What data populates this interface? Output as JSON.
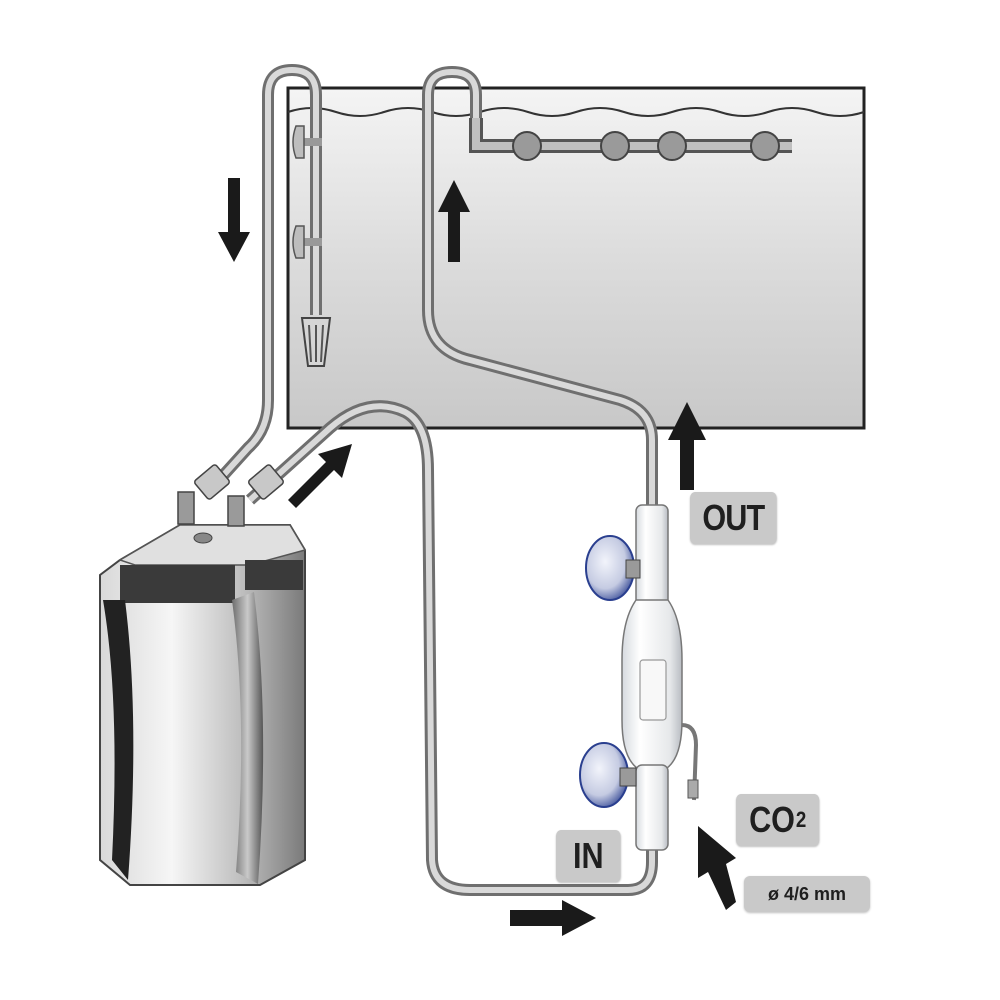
{
  "labels": {
    "out": "OUT",
    "in": "IN",
    "co2_main": "CO",
    "co2_sub": "2",
    "tube_size": "ø 4/6 mm"
  },
  "colors": {
    "tank_fill": "#d9d9d9",
    "tank_outline": "#222222",
    "hose": "#8a8a8a",
    "arrow": "#1a1a1a",
    "label_bg": "#c9c9c9",
    "suction_cup": "#2a3f8f"
  }
}
